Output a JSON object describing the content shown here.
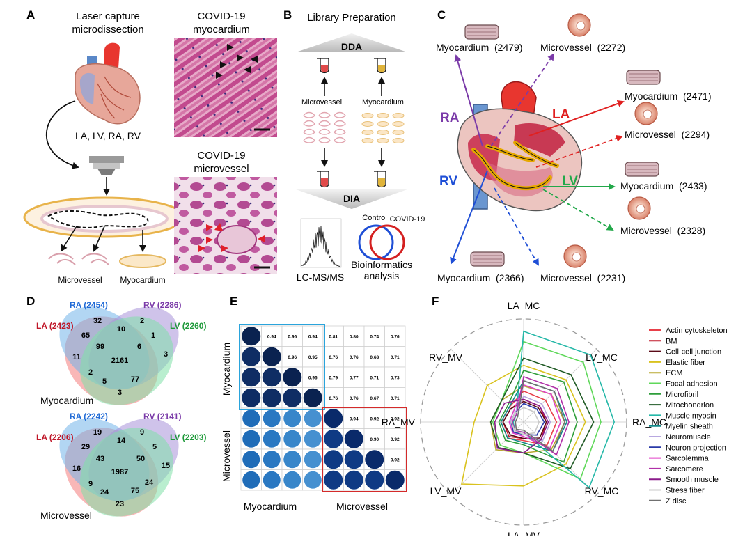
{
  "panels": {
    "A": {
      "letter": "A",
      "lcm_title_line1": "Laser capture",
      "lcm_title_line2": "microdissection",
      "chambers": "LA, LV, RA, RV",
      "microvessel_label": "Microvessel",
      "myocardium_label": "Myocardium",
      "histo_top_line1": "COVID-19",
      "histo_top_line2": "myocardium",
      "histo_bottom_line1": "COVID-19",
      "histo_bottom_line2": "microvessel"
    },
    "B": {
      "letter": "B",
      "title": "Library Preparation",
      "dda": "DDA",
      "dia": "DIA",
      "microvessel": "Microvessel",
      "myocardium": "Myocardium",
      "lcms": "LC-MS/MS",
      "control": "Control",
      "covid": "COVID-19",
      "bioinf_line1": "Bioinformatics",
      "bioinf_line2": "analysis"
    },
    "C": {
      "letter": "C",
      "chamber_labels": {
        "RA": "RA",
        "LA": "LA",
        "RV": "RV",
        "LV": "LV"
      },
      "colors": {
        "RA": "#7a3aa8",
        "LA": "#e02020",
        "RV": "#1f4fd6",
        "LV": "#22a84a"
      },
      "counts": {
        "ra_myo": "Myocardium  (2479)",
        "ra_mv": "Microvessel  (2272)",
        "la_myo": "Myocardium  (2471)",
        "la_mv": "Microvessel  (2294)",
        "lv_myo": "Myocardium  (2433)",
        "lv_mv": "Microvessel  (2328)",
        "rv_myo": "Myocardium  (2366)",
        "rv_mv": "Microvessel  (2231)"
      }
    },
    "D": {
      "letter": "D",
      "top": {
        "title": "Myocardium",
        "labels": {
          "LA": "LA (2423)",
          "RA": "RA (2454)",
          "RV": "RV (2286)",
          "LV": "LV (2260)"
        },
        "numbers": {
          "n1": "32",
          "n2": "10",
          "n3": "2",
          "n4": "65",
          "n5": "99",
          "n6": "6",
          "n7": "1",
          "n8": "11",
          "n9": "2161",
          "n10": "3",
          "n11": "2",
          "n12": "5",
          "n13": "77",
          "n14": "3"
        }
      },
      "bottom": {
        "title": "Microvessel",
        "labels": {
          "LA": "LA (2206)",
          "RA": "RA (2242)",
          "RV": "RV (2141)",
          "LV": "LV (2203)"
        },
        "numbers": {
          "n1": "19",
          "n2": "14",
          "n3": "9",
          "n4": "29",
          "n5": "43",
          "n6": "50",
          "n7": "5",
          "n8": "16",
          "n9": "1987",
          "n10": "15",
          "n11": "9",
          "n12": "24",
          "n13": "24",
          "n14": "75",
          "n15": "23"
        }
      }
    },
    "E": {
      "letter": "E",
      "x_label_left": "Myocardium",
      "x_label_right": "Microvessel",
      "y_label_top": "Myocardium",
      "y_label_bottom": "Microvessel",
      "values": [
        [
          "",
          "0.94",
          "0.96",
          "0.94",
          "0.81",
          "0.80",
          "0.74",
          "0.76"
        ],
        [
          "",
          "",
          "0.96",
          "0.95",
          "0.76",
          "0.76",
          "0.68",
          "0.71"
        ],
        [
          "",
          "",
          "",
          "0.96",
          "0.79",
          "0.77",
          "0.71",
          "0.73"
        ],
        [
          "",
          "",
          "",
          "",
          "0.76",
          "0.76",
          "0.67",
          "0.71"
        ],
        [
          "",
          "",
          "",
          "",
          "",
          "0.94",
          "0.92",
          "0.92"
        ],
        [
          "",
          "",
          "",
          "",
          "",
          "",
          "0.90",
          "0.92"
        ],
        [
          "",
          "",
          "",
          "",
          "",
          "",
          "",
          "0.92"
        ],
        [
          "",
          "",
          "",
          "",
          "",
          "",
          "",
          ""
        ]
      ]
    },
    "F": {
      "letter": "F",
      "axes": [
        "LA_MC",
        "LV_MC",
        "RA_MC",
        "RV_MC",
        "LA_MV",
        "LV_MV",
        "RA_MV",
        "RV_MV"
      ],
      "legend": [
        {
          "name": "Actin cytoskeleton",
          "color": "#e8404a"
        },
        {
          "name": "BM",
          "color": "#c0182a"
        },
        {
          "name": "Cell-cell junction",
          "color": "#5a0a18"
        },
        {
          "name": "Elastic fiber",
          "color": "#d9c21e"
        },
        {
          "name": "ECM",
          "color": "#b8a830"
        },
        {
          "name": "Focal adhesion",
          "color": "#5fd85a"
        },
        {
          "name": "Microfibril",
          "color": "#2e9e3a"
        },
        {
          "name": "Mitochondrion",
          "color": "#1f5a24"
        },
        {
          "name": "Muscle myosin",
          "color": "#25b8a8"
        },
        {
          "name": "Myelin sheath",
          "color": "#128a8a"
        },
        {
          "name": "Neuromuscle",
          "color": "#b8a8e0"
        },
        {
          "name": "Neuron projection",
          "color": "#2a3aa8"
        },
        {
          "name": "Sarcolemma",
          "color": "#e040c8"
        },
        {
          "name": "Sarcomere",
          "color": "#b030a8"
        },
        {
          "name": "Smooth muscle",
          "color": "#8a1a8a"
        },
        {
          "name": "Stress fiber",
          "color": "#c8c8c8"
        },
        {
          "name": "Z disc",
          "color": "#707070"
        }
      ]
    }
  }
}
